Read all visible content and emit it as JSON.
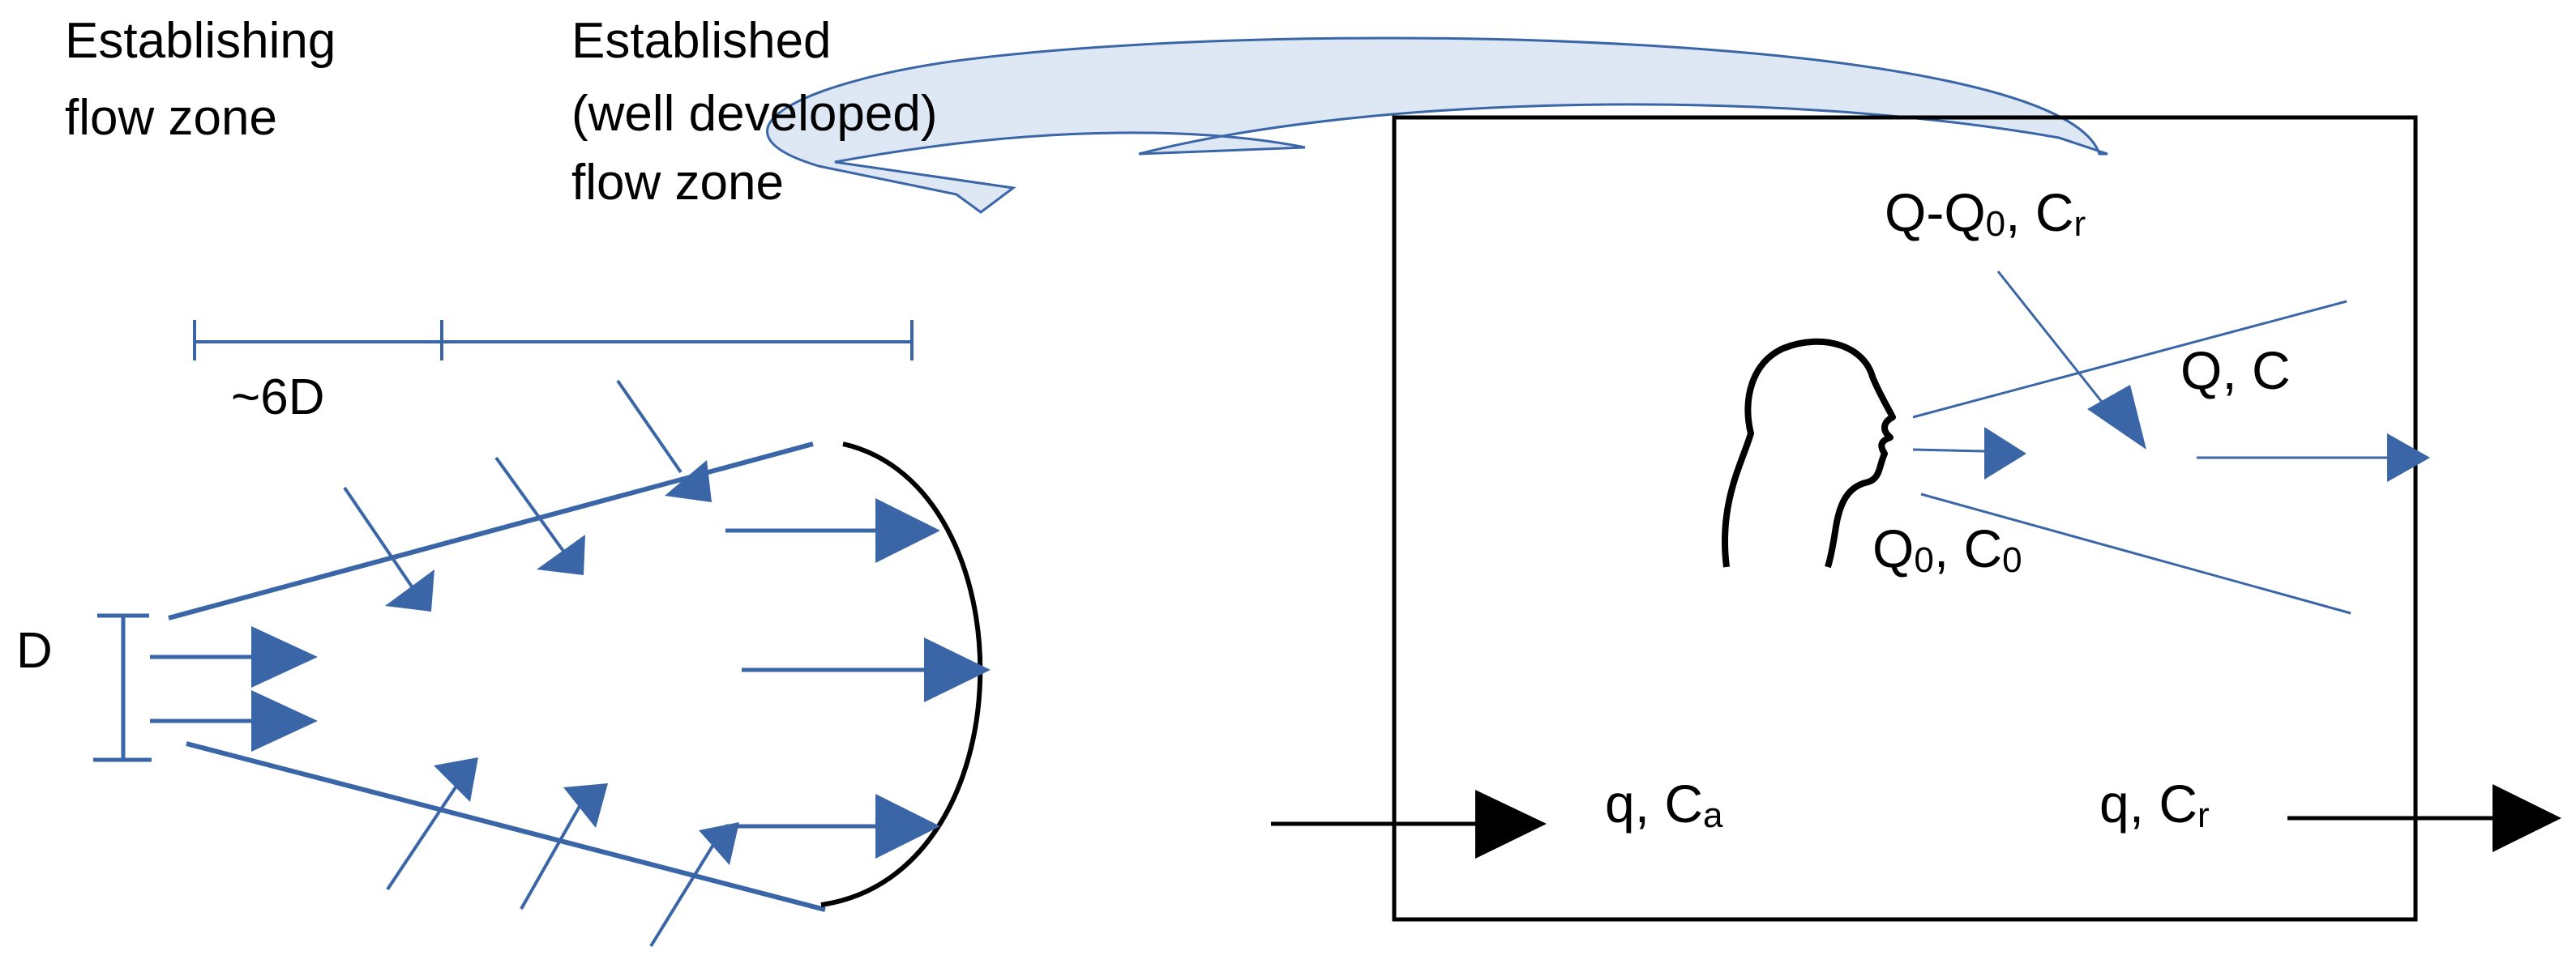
{
  "zones": {
    "establishing_line1": "Establishing",
    "establishing_line2": "flow zone",
    "established_line1": "Established",
    "established_line2": "(well developed)",
    "established_line3": "flow zone"
  },
  "jet": {
    "scale_label": "~6D",
    "diameter_label": "D"
  },
  "room": {
    "exhaled": {
      "q": "Q-Q",
      "q_sub": "0",
      "sep": ", C",
      "c_sub": "r"
    },
    "mixed": "Q, C",
    "source": {
      "q": "Q",
      "q_sub": "0",
      "sep": ", C",
      "c_sub": "0"
    },
    "inflow": {
      "q": "q, C",
      "c_sub": "a"
    },
    "outflow": {
      "q": "q, C",
      "c_sub": "r"
    }
  },
  "colors": {
    "flow_blue": "#3a66a8",
    "callout_fill": "#dde8f4",
    "callout_stroke": "#3a66a8",
    "outline": "#000000"
  }
}
